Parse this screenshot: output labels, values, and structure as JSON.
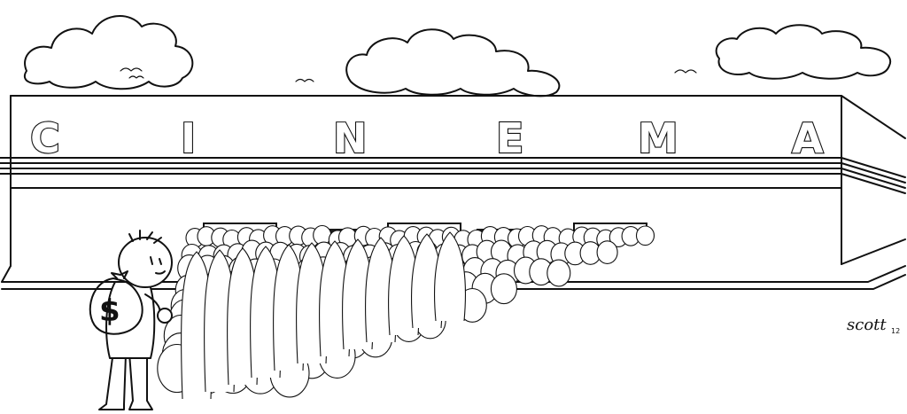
{
  "sign": {
    "letters": [
      "C",
      "I",
      "N",
      "E",
      "M",
      "A"
    ]
  },
  "money_bag": {
    "symbol": "$"
  },
  "signature": {
    "name": "scott",
    "year": "12"
  },
  "colors": {
    "ink": "#111111",
    "paper": "#ffffff",
    "door_shadow": "#1a1a1a"
  },
  "icons": [
    "cloud-icon",
    "bird-icon",
    "money-bag-icon"
  ]
}
